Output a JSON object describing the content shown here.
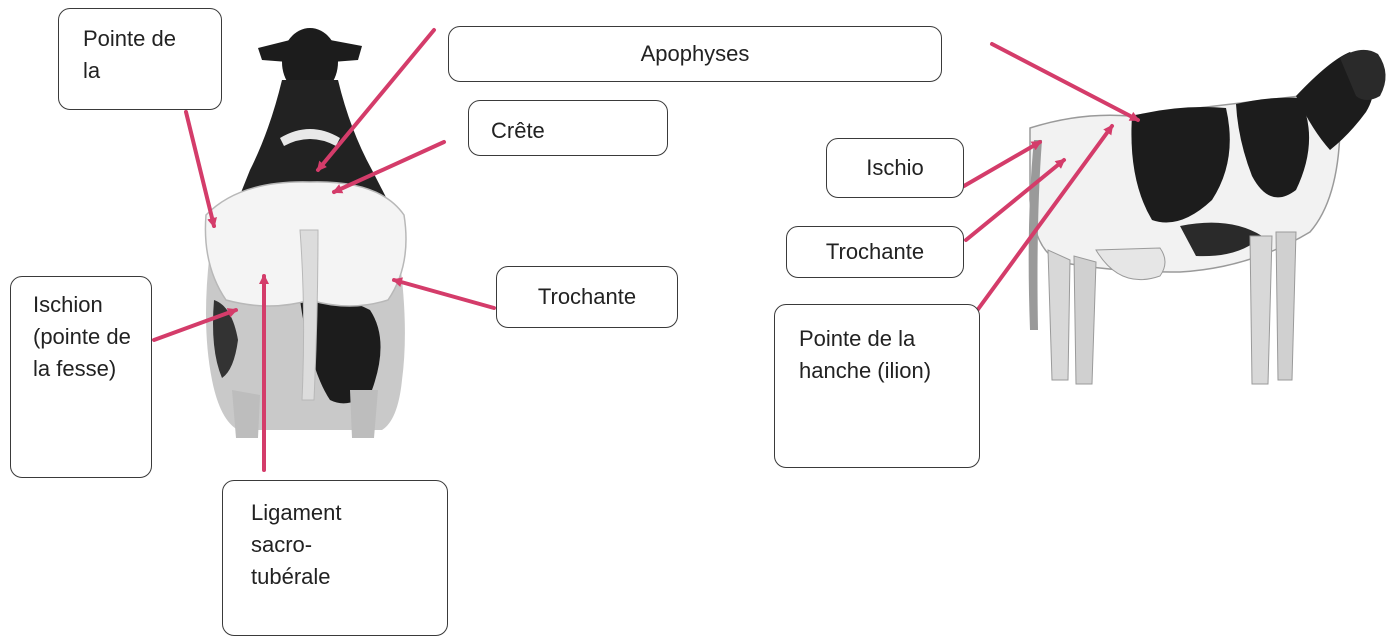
{
  "colors": {
    "arrow": "#d43c6a",
    "outline": "#3a3a3a",
    "cow_black": "#1c1c1c",
    "cow_white": "#f4f4f4",
    "cow_shade": "#b8b8b8"
  },
  "labels": {
    "pointe_de_la": "Pointe de la",
    "apophyses": "Apophyses",
    "crete": "Crête",
    "ischion": "Ischion (pointe de la fesse)",
    "trochante_left": "Trochante",
    "ligament": "Ligament sacro-tubérale",
    "ischio": "Ischio",
    "trochante_right": "Trochante",
    "pointe_hanche": "Pointe de la hanche (ilion)"
  },
  "illustrations": {
    "rear_view": "cow-rear-view",
    "side_view": "cow-side-view"
  }
}
